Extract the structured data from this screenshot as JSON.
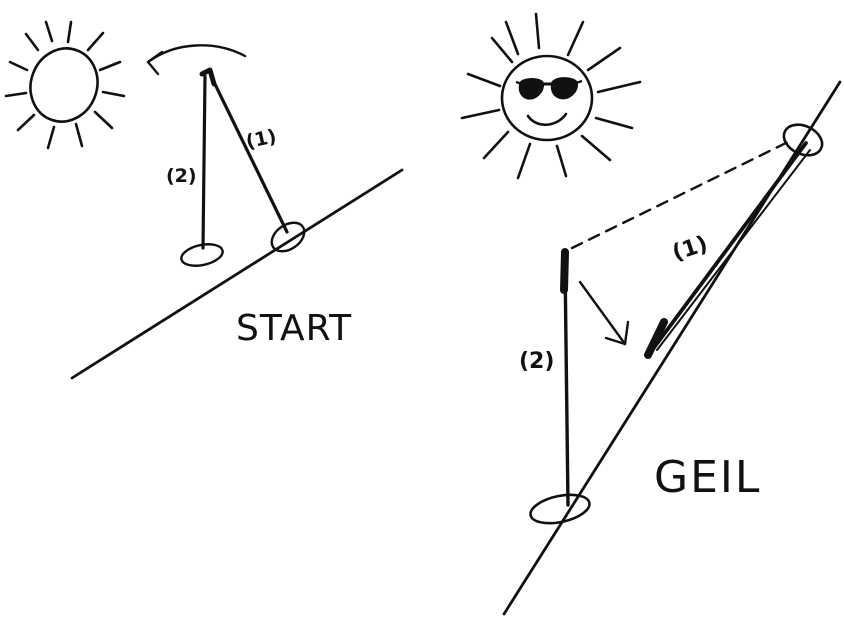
{
  "panels": [
    {
      "id": "start",
      "caption": "START",
      "rod_labels": {
        "rod_1": "(1)",
        "rod_2": "(2)"
      }
    },
    {
      "id": "geil",
      "caption": "GEIL",
      "rod_labels": {
        "rod_1": "(1)",
        "rod_2": "(2)"
      }
    }
  ],
  "colors": {
    "ink": "#111111",
    "background": "#ffffff",
    "sunglasses": "#111111"
  },
  "icons": {
    "left_sun": "plain-sun-icon",
    "right_sun": "sun-with-sunglasses-icon"
  }
}
